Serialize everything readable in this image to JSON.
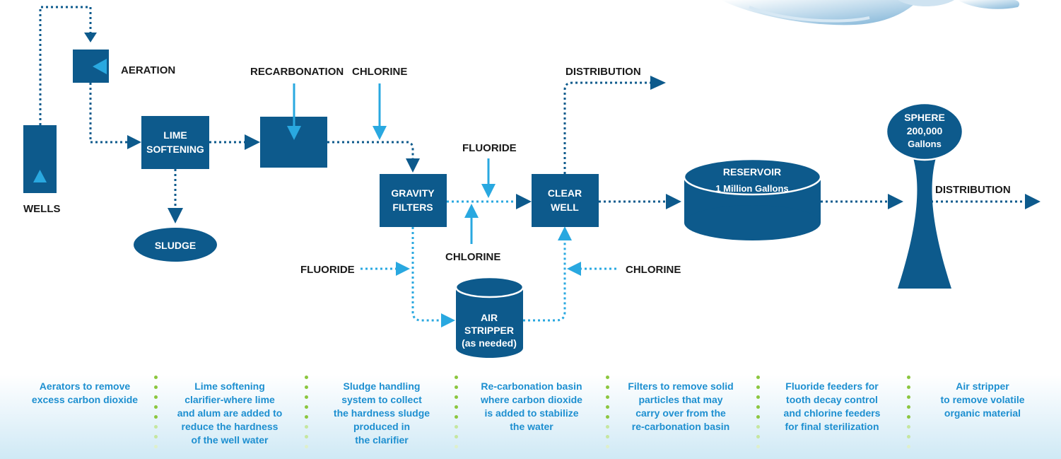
{
  "labels": {
    "aeration": "AERATION",
    "wells": "WELLS",
    "lime_softening": [
      "LIME",
      "SOFTENING"
    ],
    "sludge": "SLUDGE",
    "recarbonation": "RECARBONATION",
    "chlorine_top": "CHLORINE",
    "gravity_filters": [
      "GRAVITY",
      "FILTERS"
    ],
    "fluoride_top": "FLUORIDE",
    "chlorine_mid": "CHLORINE",
    "fluoride_left": "FLUORIDE",
    "chlorine_right": "CHLORINE",
    "clear_well": [
      "CLEAR",
      "WELL"
    ],
    "distribution_top": "DISTRIBUTION",
    "reservoir": [
      "RESERVOIR",
      "1 Million Gallons"
    ],
    "sphere": [
      "SPHERE",
      "200,000",
      "Gallons"
    ],
    "distribution_right": "DISTRIBUTION",
    "air_stripper": [
      "AIR",
      "STRIPPER",
      "(as needed)"
    ]
  },
  "descriptions": [
    [
      "Aerators to remove",
      "excess carbon dioxide"
    ],
    [
      "Lime softening",
      "clarifier-where lime",
      "and alum are added to",
      "reduce the hardness",
      "of the well water"
    ],
    [
      "Sludge handling",
      "system to collect",
      "the hardness sludge",
      "produced in",
      "the clarifier"
    ],
    [
      "Re-carbonation basin",
      "where carbon dioxide",
      "is added to stabilize",
      "the water"
    ],
    [
      "Filters to remove solid",
      "particles that may",
      "carry over from the",
      "re-carbonation basin"
    ],
    [
      "Fluoride feeders for",
      "tooth decay control",
      "and chlorine feeders",
      "for final sterilization"
    ],
    [
      "Air stripper",
      "to remove volatile",
      "organic material"
    ]
  ],
  "colors": {
    "dark_blue": "#0d5a8c",
    "light_blue": "#29a8e0",
    "desc_blue": "#1d8fd0",
    "dot_green": "#8cc63f"
  }
}
